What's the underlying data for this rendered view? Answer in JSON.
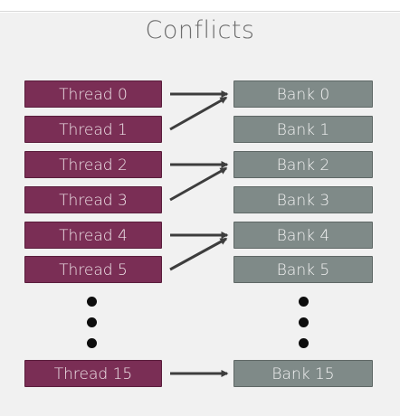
{
  "title": "Conflicts",
  "threads": [
    "Thread 0",
    "Thread 1",
    "Thread 2",
    "Thread 3",
    "Thread 4",
    "Thread 5"
  ],
  "thread_last": "Thread 15",
  "banks": [
    "Bank 0",
    "Bank 1",
    "Bank 2",
    "Bank 3",
    "Bank 4",
    "Bank 5"
  ],
  "bank_last": "Bank 15",
  "colors": {
    "thread_fill": "#7a2e55",
    "bank_fill": "#7f8a88",
    "arrow": "#3d3d3d"
  }
}
